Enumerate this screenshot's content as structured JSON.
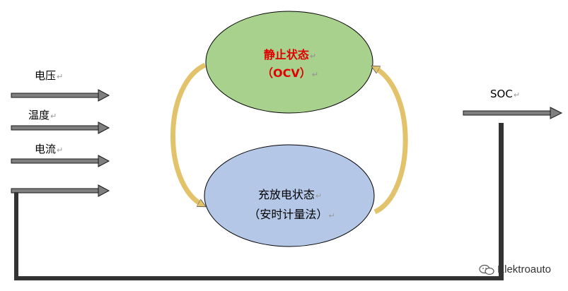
{
  "inputs": [
    {
      "label": "电压"
    },
    {
      "label": "温度"
    },
    {
      "label": "电流"
    }
  ],
  "output": {
    "label": "SOC"
  },
  "states": {
    "static": {
      "title": "静止状态",
      "subtitle": "（OCV）",
      "fill": "#a9d18e",
      "title_color": "#e00000"
    },
    "charge": {
      "title": "充放电状态",
      "subtitle": "（安时计量法）",
      "fill": "#b4c7e7"
    }
  },
  "return_mark": "↵",
  "colors": {
    "arrow": "#7f7f7f",
    "arrow_outline": "#1a1a1a",
    "curve_arrow": "#e2c26a",
    "feedback_line": "#333333"
  },
  "watermark": {
    "text": "Elektroauto",
    "icon": "wechat-icon"
  }
}
